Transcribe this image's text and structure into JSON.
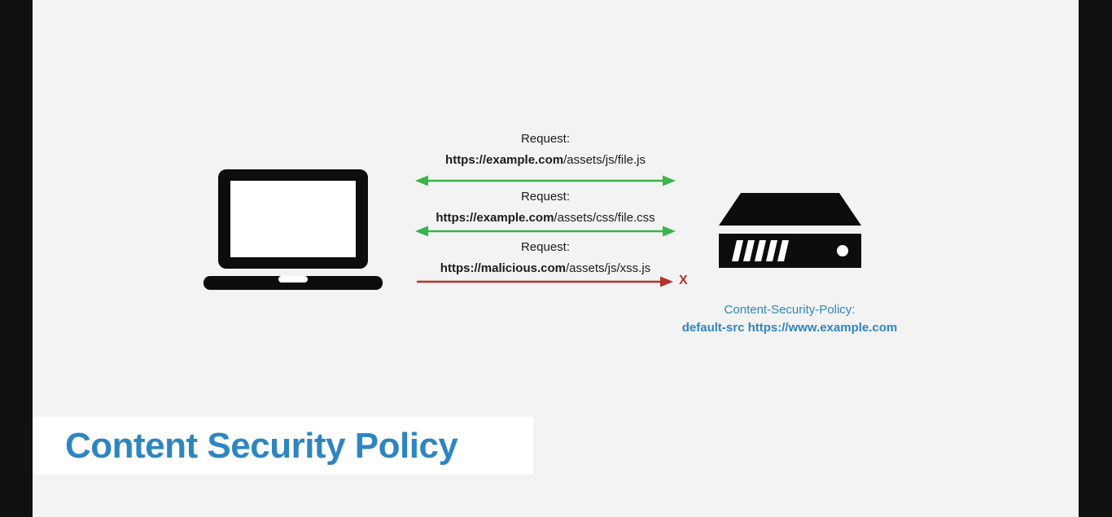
{
  "title": {
    "text": "Content Security Policy"
  },
  "requests": [
    {
      "label": "Request:",
      "url_origin": "https://example.com",
      "url_path": "/assets/js/file.js",
      "status": "allowed"
    },
    {
      "label": "Request:",
      "url_origin": "https://example.com",
      "url_path": "/assets/css/file.css",
      "status": "allowed"
    },
    {
      "label": "Request:",
      "url_origin": "https://malicious.com",
      "url_path": "/assets/js/xss.js",
      "status": "blocked",
      "blocked_marker": "X"
    }
  ],
  "csp": {
    "header_name": "Content-Security-Policy:",
    "directive": "default-src https://www.example.com"
  },
  "icons": {
    "client": "laptop-icon",
    "origin": "server-icon"
  },
  "colors": {
    "background": "#f3f3f3",
    "letterbox": "#111111",
    "accent_blue": "#2e86c1",
    "allowed_arrow": "#3bb44a",
    "blocked_arrow": "#b6322c",
    "icon_black": "#0d0d0d"
  }
}
